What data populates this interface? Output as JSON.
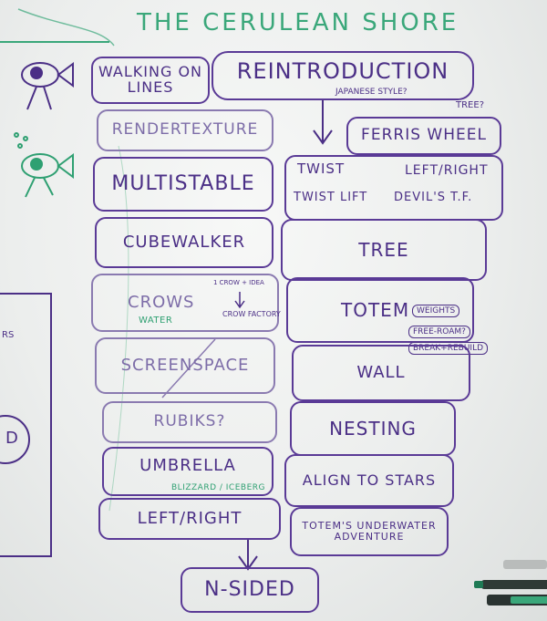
{
  "title": "THE CERULEAN SHORE",
  "left_column": [
    {
      "id": "walking",
      "label": "WALKING ON LINES"
    },
    {
      "id": "rendertexture",
      "label": "RENDERTEXTURE"
    },
    {
      "id": "multistable",
      "label": "MULTISTABLE"
    },
    {
      "id": "cubewalker",
      "label": "CUBEWALKER"
    },
    {
      "id": "crows",
      "label": "CROWS",
      "note_green": "WATER",
      "note_top": "1 CROW + IDEA",
      "note_side": "CROW FACTORY"
    },
    {
      "id": "screenspace",
      "label": "SCREENSPACE"
    },
    {
      "id": "rubiks",
      "label": "RUBIKS?"
    },
    {
      "id": "umbrella",
      "label": "UMBRELLA",
      "note_green": "BLIZZARD / ICEBERG"
    },
    {
      "id": "leftright",
      "label": "LEFT/RIGHT"
    }
  ],
  "right_column": [
    {
      "id": "reintro",
      "label": "REINTRODUCTION",
      "note": "JAPANESE STYLE?"
    },
    {
      "id": "ferris",
      "label": "FERRIS WHEEL",
      "note": "TREE?"
    },
    {
      "id": "twist",
      "items": [
        "TWIST",
        "LEFT/RIGHT",
        "TWIST LIFT",
        "DEVIL'S T.F."
      ]
    },
    {
      "id": "tree",
      "label": "TREE"
    },
    {
      "id": "totem",
      "label": "TOTEM",
      "tags": [
        "WEIGHTS",
        "FREE-ROAM?",
        "BREAK+REBUILD"
      ]
    },
    {
      "id": "wall",
      "label": "WALL"
    },
    {
      "id": "nesting",
      "label": "NESTING"
    },
    {
      "id": "align",
      "label": "ALIGN TO STARS"
    },
    {
      "id": "totem_under",
      "label": "TOTEM'S UNDERWATER ADVENTURE"
    }
  ],
  "bottom": {
    "label": "N-SIDED"
  },
  "edge_fragments": {
    "rs": "RS",
    "d": "D"
  },
  "colors": {
    "ink": "#4b2f86",
    "green": "#2fa072",
    "board": "#eceeed"
  }
}
